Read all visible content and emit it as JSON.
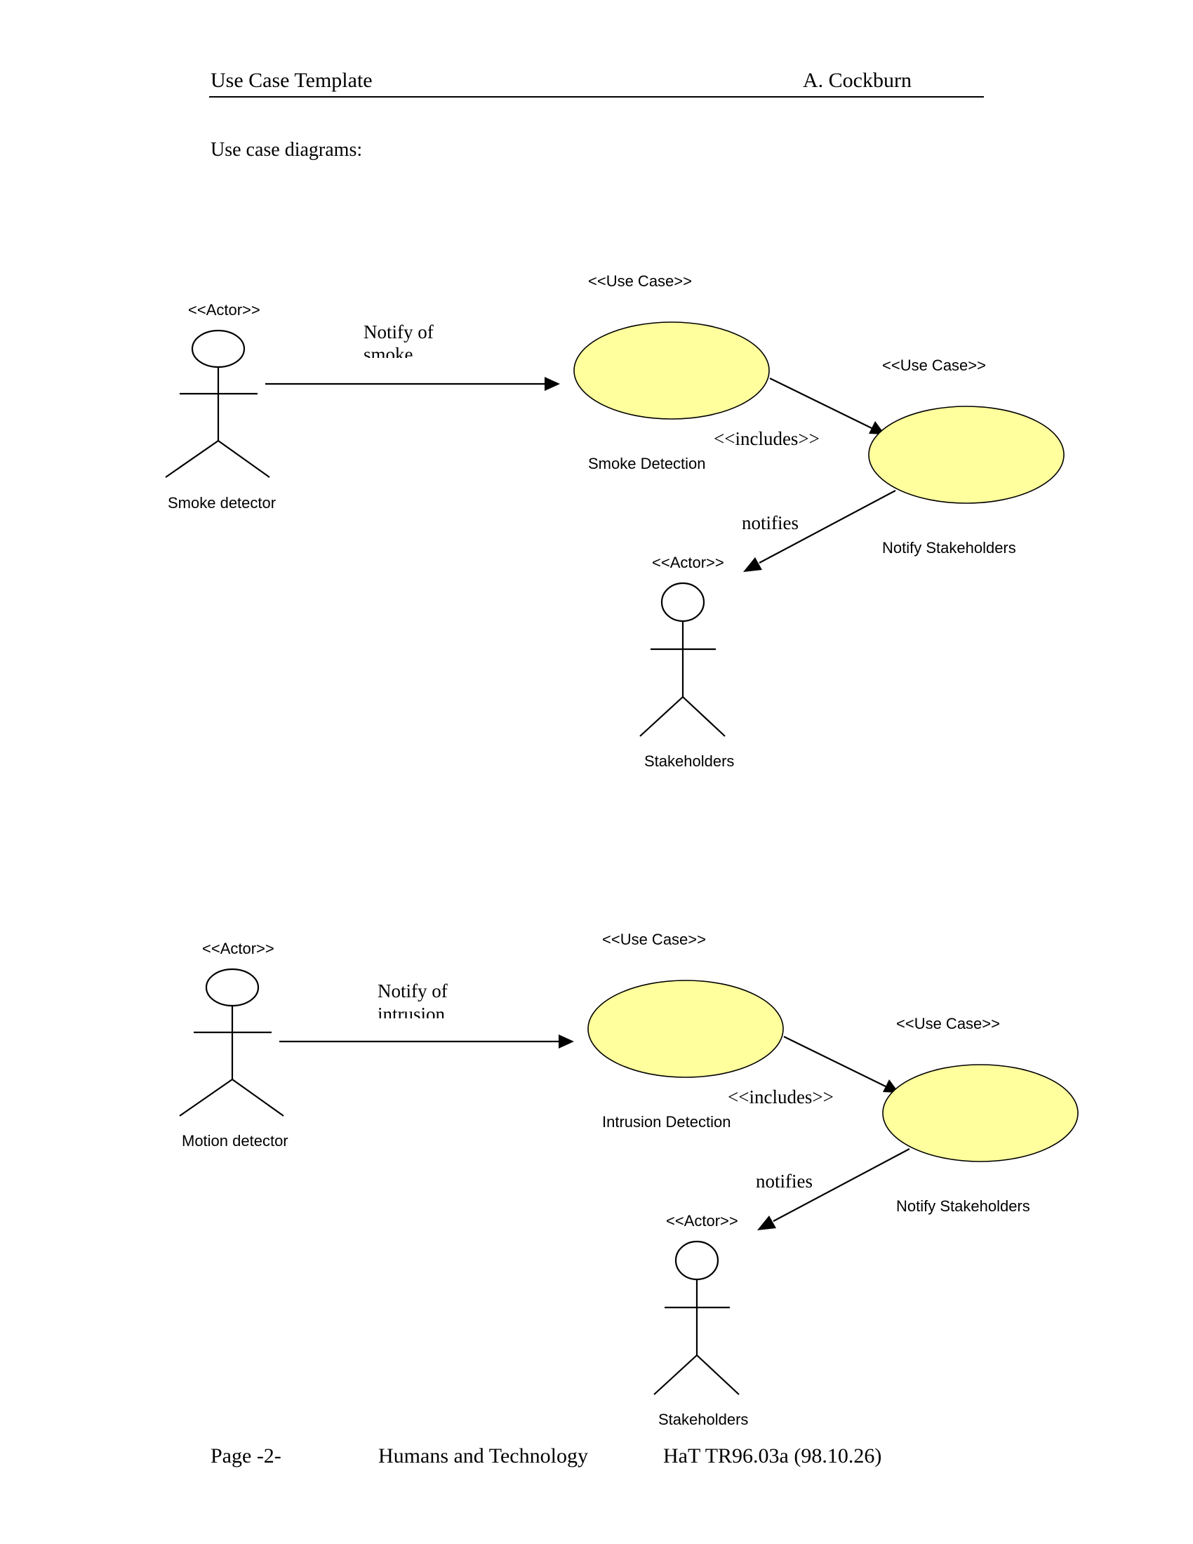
{
  "header": {
    "title": "Use Case Template",
    "author": "A. Cockburn"
  },
  "section_title": "Use case diagrams:",
  "colors": {
    "use_case_fill": "#FFFF9E",
    "stroke": "#000000"
  },
  "diagrams": [
    {
      "actor_stereotype": "<<Actor>>",
      "usecase_stereotype": "<<Use Case>>",
      "source_actor": "Smoke detector",
      "trigger_line1": "Notify of",
      "trigger_line2": "smoke",
      "main_usecase": "Smoke Detection",
      "included_usecase": "Notify Stakeholders",
      "includes_label": "<<includes>>",
      "notifies_label": "notifies",
      "target_actor": "Stakeholders"
    },
    {
      "actor_stereotype": "<<Actor>>",
      "usecase_stereotype": "<<Use Case>>",
      "source_actor": "Motion detector",
      "trigger_line1": "Notify of",
      "trigger_line2": "intrusion",
      "main_usecase": "Intrusion Detection",
      "included_usecase": "Notify Stakeholders",
      "includes_label": "<<includes>>",
      "notifies_label": "notifies",
      "target_actor": "Stakeholders"
    }
  ],
  "footer": {
    "page": "Page -2-",
    "organization": "Humans and Technology",
    "reference": "HaT TR96.03a (98.10.26)"
  }
}
